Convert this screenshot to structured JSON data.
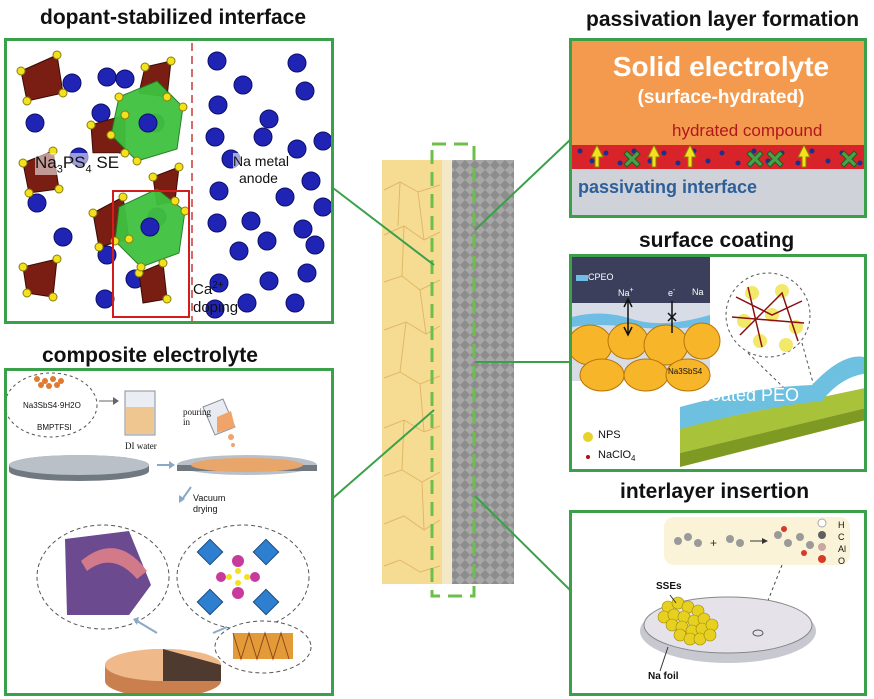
{
  "panels": {
    "dopant": {
      "title": "dopant-stabilized interface",
      "se_label": "Na",
      "se_sub1": "3",
      "se_mid": "PS",
      "se_sub2": "4",
      "se_tail": " SE",
      "anode_label_1": "Na metal",
      "anode_label_2": "anode",
      "doping_ion": "Ca",
      "doping_charge": "2+",
      "doping_word": "doping"
    },
    "passivation": {
      "title": "passivation layer formation",
      "electrolyte_1": "Solid electrolyte",
      "electrolyte_2": "(surface-hydrated)",
      "hydrated": "hydrated compound",
      "interface": "passivating interface"
    },
    "coating": {
      "title": "surface coating",
      "cpeo": "CPEO",
      "na_plus": "Na",
      "na_plus_sup": "+",
      "e_minus": "e",
      "e_minus_sup": "-",
      "na": "Na",
      "na3sbs4": "Na3SbS4",
      "coated_peo": "coated PEO",
      "nps": "NPS",
      "naclo4": "NaClO",
      "naclo4_sub": "4"
    },
    "composite": {
      "title": "composite electrolyte",
      "reagent": "Na3SbS4·9H2O",
      "bmptfsi": "BMPTFSI",
      "di_water": "DI water",
      "pouring_1": "pouring",
      "pouring_2": "in",
      "vacuum_1": "Vacuum",
      "vacuum_2": "drying"
    },
    "interlayer": {
      "title": "interlayer insertion",
      "legend": [
        "H",
        "C",
        "Al",
        "O"
      ],
      "sses": "SSEs",
      "na_foil": "Na foil"
    }
  },
  "colors": {
    "panel_border": "#3aa14a",
    "electrolyte_orange": "#f39a4f",
    "hydrated_red": "#c0282a",
    "interface_blue": "#2d5f9a",
    "na_atom": "#2024b4",
    "polyhedra": "#7a1e14",
    "green_polyhedra": "#3fc23f",
    "yellow_layer": "#f6dc93",
    "grey_layer": "#9c9c9c"
  }
}
